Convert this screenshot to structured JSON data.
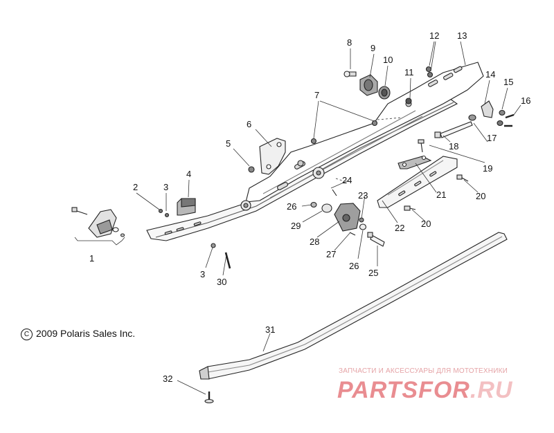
{
  "copyright": {
    "symbol": "C",
    "text": "2009 Polaris Sales Inc."
  },
  "watermark": {
    "tagline": "ЗАПЧАСТИ И АКСЕССУАРЫ ДЛЯ МОТОТЕХНИКИ",
    "logo_main": "PARTSFOR",
    "logo_tld": ".RU"
  },
  "callouts": [
    "1",
    "2",
    "3",
    "4",
    "5",
    "6",
    "7",
    "8",
    "9",
    "10",
    "11",
    "12",
    "13",
    "14",
    "15",
    "16",
    "17",
    "18",
    "19",
    "20",
    "20",
    "21",
    "22",
    "23",
    "24",
    "25",
    "26",
    "26",
    "27",
    "28",
    "29",
    "3",
    "30",
    "31",
    "32"
  ]
}
